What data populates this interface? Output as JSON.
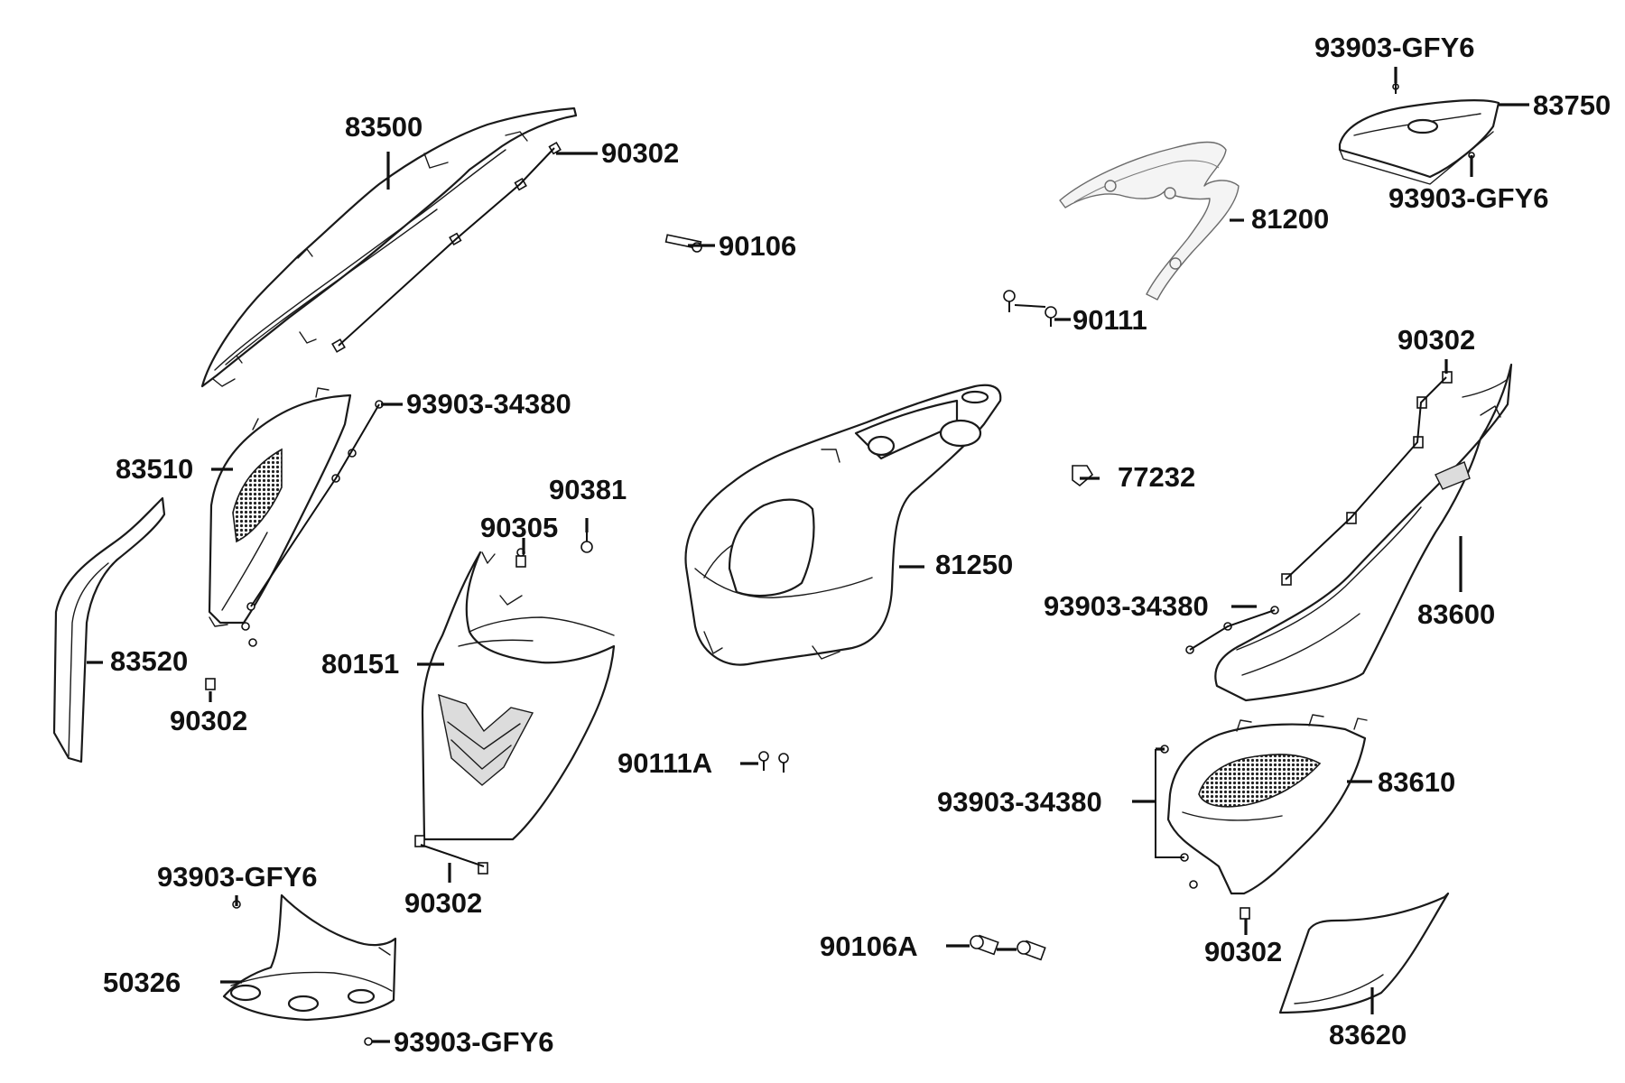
{
  "parts": [
    {
      "id": "p83500",
      "number": "83500"
    },
    {
      "id": "p90302a",
      "number": "90302"
    },
    {
      "id": "p90106",
      "number": "90106"
    },
    {
      "id": "p93903gfy6a",
      "number": "93903-GFY6"
    },
    {
      "id": "p83750",
      "number": "83750"
    },
    {
      "id": "p93903gfy6b",
      "number": "93903-GFY6"
    },
    {
      "id": "p81200",
      "number": "81200"
    },
    {
      "id": "p90111",
      "number": "90111"
    },
    {
      "id": "p90302b",
      "number": "90302"
    },
    {
      "id": "p93903_34380a",
      "number": "93903-34380"
    },
    {
      "id": "p83510",
      "number": "83510"
    },
    {
      "id": "p90381",
      "number": "90381"
    },
    {
      "id": "p90305",
      "number": "90305"
    },
    {
      "id": "p77232",
      "number": "77232"
    },
    {
      "id": "p81250",
      "number": "81250"
    },
    {
      "id": "p93903_34380b",
      "number": "93903-34380"
    },
    {
      "id": "p83600",
      "number": "83600"
    },
    {
      "id": "p83520",
      "number": "83520"
    },
    {
      "id": "p80151",
      "number": "80151"
    },
    {
      "id": "p90302c",
      "number": "90302"
    },
    {
      "id": "p90111a",
      "number": "90111A"
    },
    {
      "id": "p83610",
      "number": "83610"
    },
    {
      "id": "p93903_34380c",
      "number": "93903-34380"
    },
    {
      "id": "p93903gfy6c",
      "number": "93903-GFY6"
    },
    {
      "id": "p90302d",
      "number": "90302"
    },
    {
      "id": "p50326",
      "number": "50326"
    },
    {
      "id": "p90106a",
      "number": "90106A"
    },
    {
      "id": "p90302e",
      "number": "90302"
    },
    {
      "id": "p93903gfy6d",
      "number": "93903-GFY6"
    },
    {
      "id": "p83620",
      "number": "83620"
    }
  ]
}
